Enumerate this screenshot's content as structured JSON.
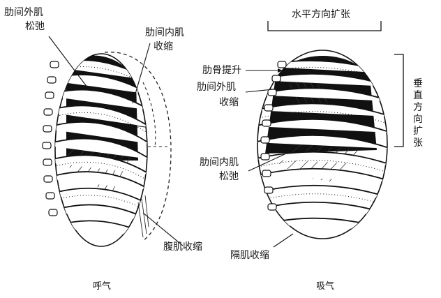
{
  "labels": {
    "ext_intercostal_relax_1": "肋间外肌",
    "ext_intercostal_relax_2": "松弛",
    "int_intercostal_contract_1": "肋间内肌",
    "int_intercostal_contract_2": "收缩",
    "abdominal_contract": "腹肌收缩",
    "horizontal_expansion": "水平方向扩张",
    "vertical_expansion": "垂直方向扩张",
    "rib_raise": "肋骨提升",
    "ext_intercostal_contract_1": "肋间外肌",
    "ext_intercostal_contract_2": "收缩",
    "int_intercostal_relax_1": "肋间内肌",
    "int_intercostal_relax_2": "松弛",
    "diaphragm_contract": "隔肌收缩"
  },
  "captions": {
    "exhale": "呼气",
    "inhale": "吸气"
  }
}
